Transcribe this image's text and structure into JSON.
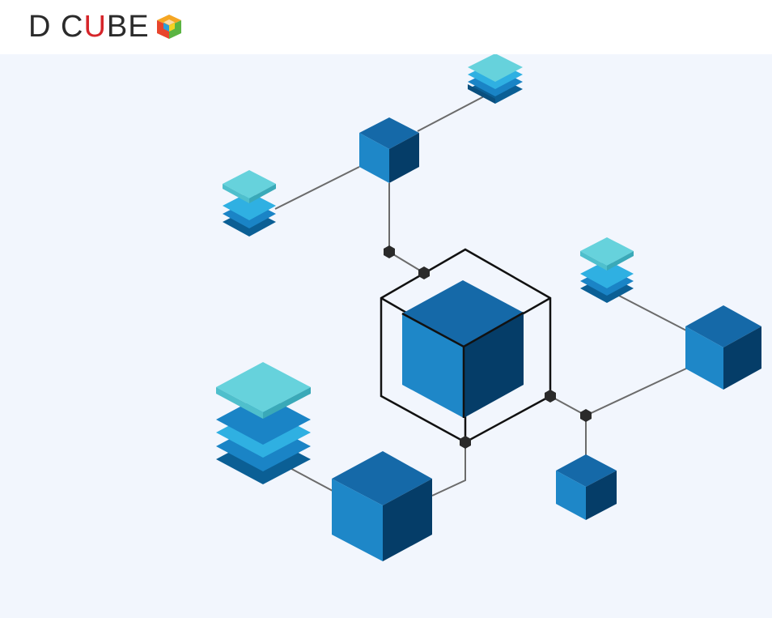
{
  "header": {
    "logo": {
      "text_prefix": "D C",
      "text_accent": "U",
      "text_suffix": "BE",
      "icon": "multicolor-cube-icon"
    }
  },
  "hero": {
    "illustration": "isometric-cube-network",
    "colors": {
      "background": "#f2f6fd",
      "cube_left": "#1e87c8",
      "cube_top": "#1569a8",
      "cube_right": "#053d68",
      "layer_light": "#66d2dc",
      "layer_sky": "#2fb0e2",
      "layer_mid": "#1a84c6",
      "layer_dark": "#0b5f95",
      "connector": "#6b6b6b",
      "outline": "#111111"
    }
  }
}
